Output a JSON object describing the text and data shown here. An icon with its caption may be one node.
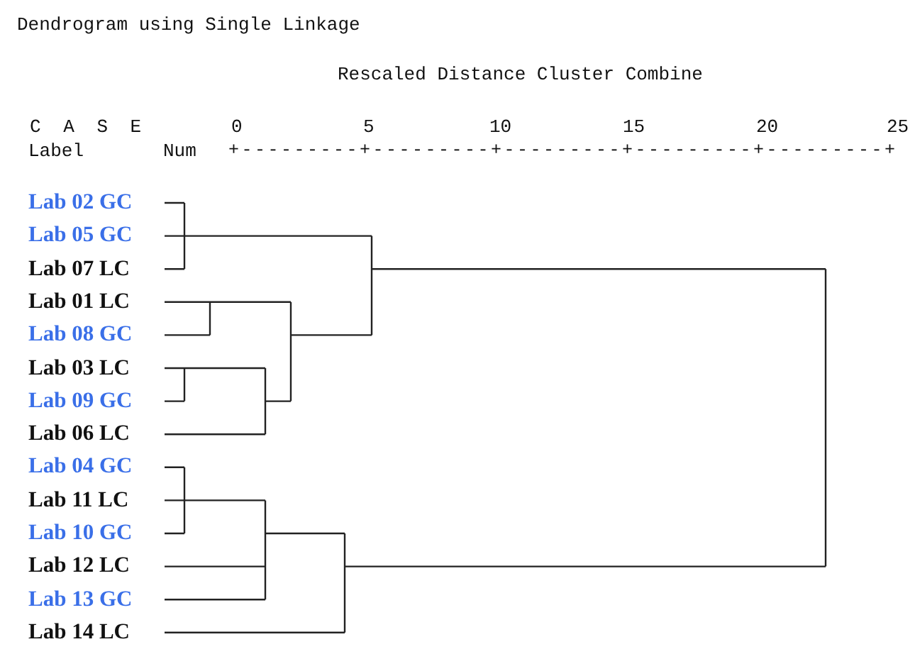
{
  "diagram": {
    "title": "Dendrogram using Single Linkage",
    "nodes": [
      {
        "text": [
          "Lab 02 GC"
        ]
      },
      {
        "text": [
          "Lab 05 GC"
        ]
      },
      {
        "text": [
          "Lab 07 LC"
        ]
      },
      {
        "text": [
          "Lab 01 LC"
        ]
      },
      {
        "text": [
          "Lab 08 GC"
        ]
      },
      {
        "text": [
          "Lab 03 LC"
        ]
      },
      {
        "text": [
          "Lab 09 GC"
        ]
      },
      {
        "text": [
          "Lab 06 LC"
        ]
      },
      {
        "text": [
          "Lab 04 GC"
        ]
      },
      {
        "text": [
          "Lab 11 LC"
        ]
      },
      {
        "text": [
          "Lab 10 GC"
        ]
      },
      {
        "text": [
          "Lab 12 LC"
        ]
      },
      {
        "text": [
          "Lab 13 GC"
        ]
      },
      {
        "text": [
          "Lab 14 LC"
        ]
      }
    ],
    "labels": [
      "Rescaled Distance Cluster Combine",
      "C A S E",
      "0",
      "5",
      "10",
      "15",
      "20",
      "25",
      "Label",
      "Num",
      "+---------+---------+---------+---------+---------+"
    ]
  }
}
